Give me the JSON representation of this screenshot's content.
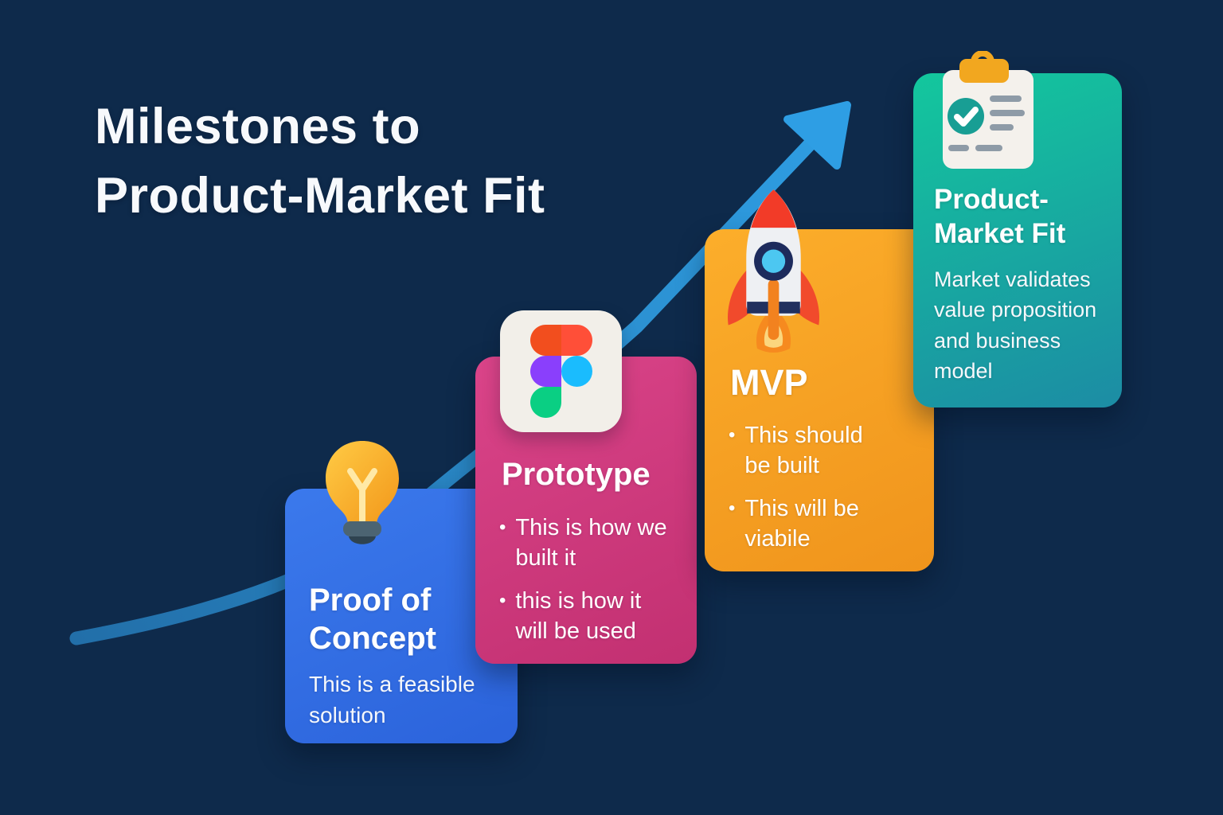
{
  "title": {
    "text": "Milestones to\nProduct-Market Fit"
  },
  "colors": {
    "background": "#0E2A4B",
    "arrow_start": "#226FA9",
    "arrow_end": "#2E9EE4",
    "card_blue": "#2F6FE4",
    "card_pink": "#CF3A7C",
    "card_orange": "#F6A01F",
    "card_teal_top": "#13C79D",
    "card_teal_bottom": "#1C8CA4"
  },
  "milestones": [
    {
      "id": "proof-of-concept",
      "icon": "lightbulb-icon",
      "heading": "Proof of\nConcept",
      "description": "This is a feasible\nsolution",
      "bullets": []
    },
    {
      "id": "prototype",
      "icon": "figma-icon",
      "heading": "Prototype",
      "description": "",
      "bullets": [
        "This is how we\nbuilt it",
        "this is how it\nwill be used"
      ]
    },
    {
      "id": "mvp",
      "icon": "rocket-icon",
      "heading": "MVP",
      "description": "",
      "bullets": [
        "This should\nbe built",
        "This will be\nviabile"
      ]
    },
    {
      "id": "product-market-fit",
      "icon": "clipboard-icon",
      "heading": "Product-\nMarket Fit",
      "description": "Market validates\nvalue proposition\nand business\nmodel",
      "bullets": []
    }
  ]
}
